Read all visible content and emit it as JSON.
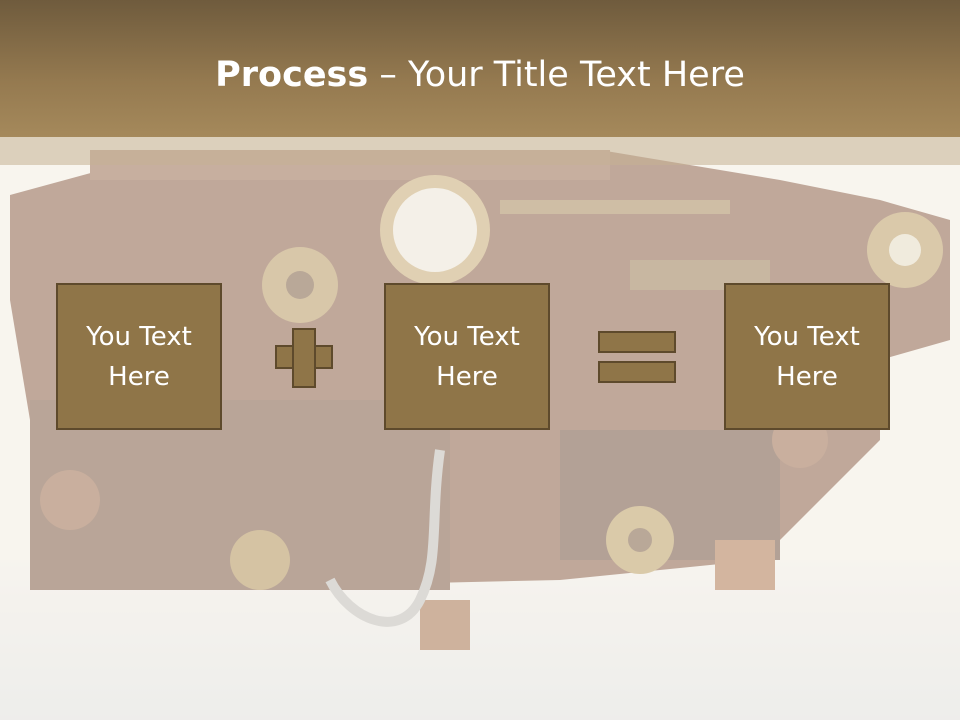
{
  "slide": {
    "title_bold": "Process",
    "title_rest": " – Your Title Text Here"
  },
  "boxes": [
    {
      "text": "You Text\nHere"
    },
    {
      "text": "You Text\nHere"
    },
    {
      "text": "You Text\nHere"
    }
  ],
  "operators": [
    "plus-icon",
    "equals-icon"
  ],
  "colors": {
    "title_bar": "#957a50",
    "box_fill": "#8f7548",
    "box_border": "#5e4a2c",
    "text": "#ffffff"
  }
}
